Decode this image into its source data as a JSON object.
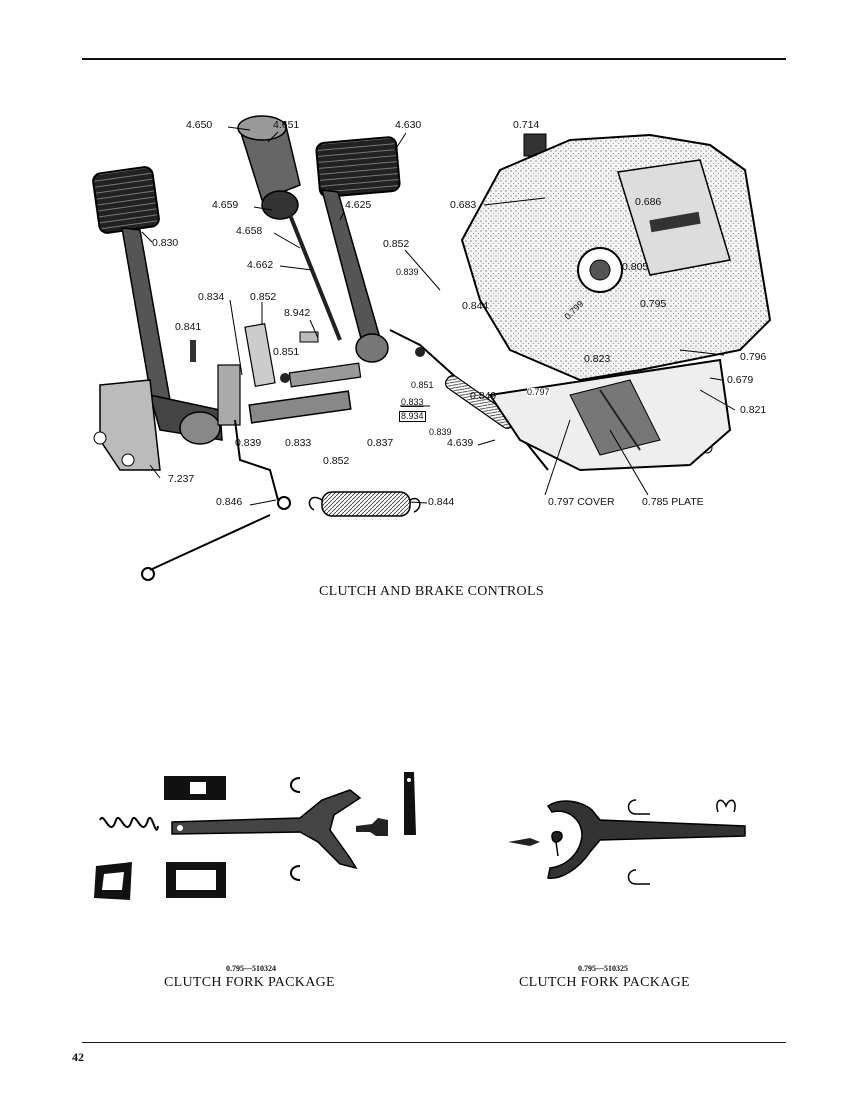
{
  "page_number": "42",
  "figures": [
    {
      "caption": "CLUTCH AND BRAKE CONTROLS",
      "callouts": [
        "4.650",
        "4.651",
        "4.630",
        "0.714",
        "4.659",
        "4.625",
        "0.683",
        "0.686",
        "4.658",
        "0.830",
        "0.852",
        "4.662",
        "0.839",
        "0.805",
        "0.834",
        "0.852",
        "0.844",
        "0.799",
        "0.795",
        "8.942",
        "0.841",
        "0.851",
        "0.823",
        "0.796",
        "0.679",
        "0.851",
        "0.797",
        "0.849",
        "0.833",
        "8.934",
        "0.821",
        "0.839",
        "4.639",
        "0.839",
        "0.833",
        "0.837",
        "0.852",
        "7.237",
        "0.846",
        "0.844",
        "0.797 COVER",
        "0.785 PLATE"
      ]
    },
    {
      "part_number": "0.795—510324",
      "caption": "CLUTCH FORK PACKAGE"
    },
    {
      "part_number": "0.795—510325",
      "caption": "CLUTCH FORK PACKAGE"
    }
  ]
}
